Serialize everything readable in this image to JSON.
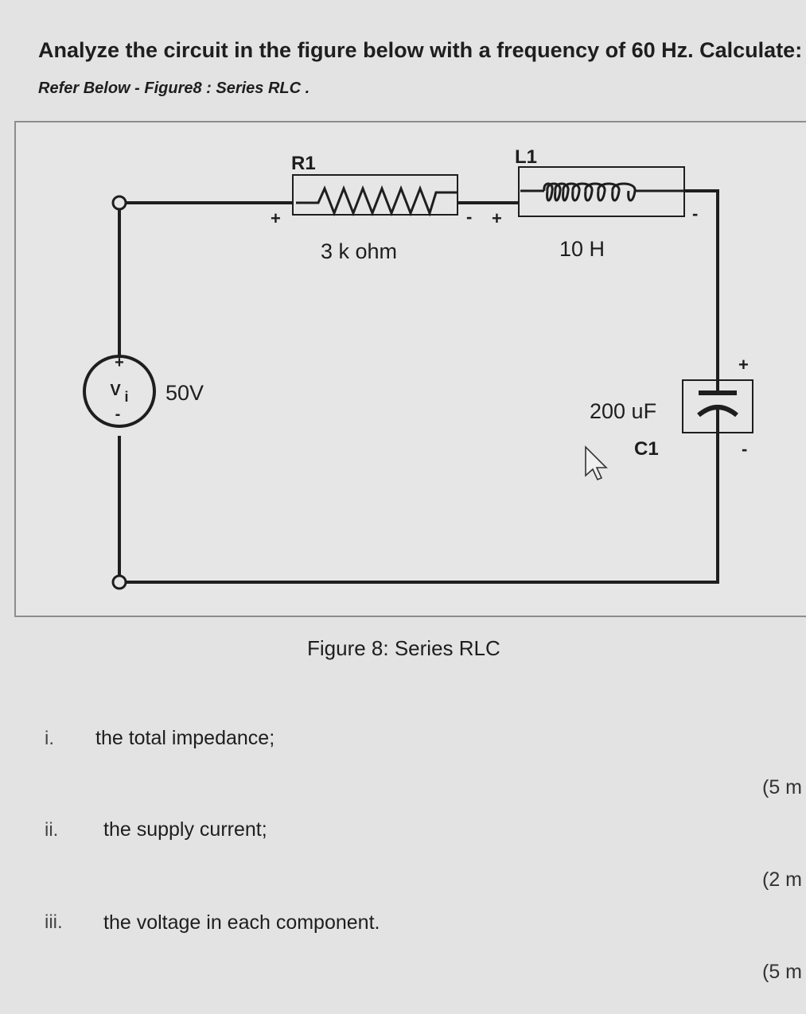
{
  "question": {
    "title": "Analyze the circuit in the figure below with a frequency of 60 Hz. Calculate:",
    "reference": "Refer Below - Figure8 : Series RLC ."
  },
  "circuit": {
    "r1_name": "R1",
    "r1_value": "3 k ohm",
    "l1_name": "L1",
    "l1_value": "10 H",
    "c1_name": "C1",
    "c1_value": "200 uF",
    "source_symbol": "V",
    "source_subscript": "i",
    "source_value": "50V",
    "plus": "+",
    "minus": "-"
  },
  "figure_caption": "Figure 8: Series RLC",
  "parts": [
    {
      "number": "i.",
      "text": "the total impedance;",
      "marks": "(5 m"
    },
    {
      "number": "ii.",
      "text": "the supply current;",
      "marks": "(2 m"
    },
    {
      "number": "iii.",
      "text": "the voltage in each component.",
      "marks": "(5 m"
    }
  ]
}
